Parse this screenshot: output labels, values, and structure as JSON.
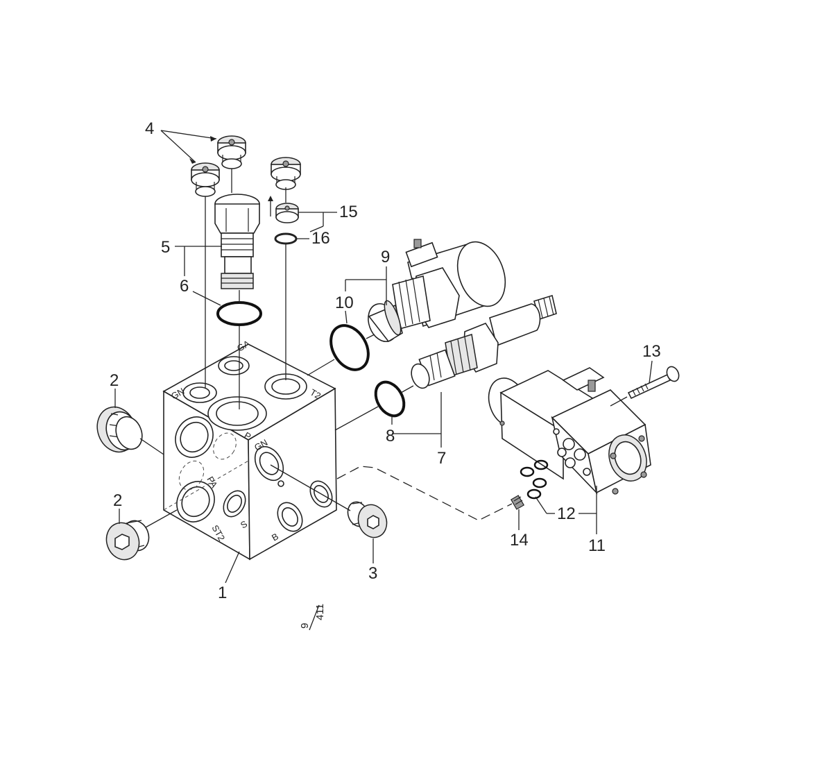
{
  "labels": {
    "l1": "1",
    "l2a": "2",
    "l2b": "2",
    "l3": "3",
    "l4": "4",
    "l5": "5",
    "l6": "6",
    "l7": "7",
    "l8": "8",
    "l9": "9",
    "l10": "10",
    "l11": "11",
    "l12": "12",
    "l13": "13",
    "l14": "14",
    "l15": "15",
    "l16": "16"
  },
  "reference": {
    "numerator": "9",
    "denominator": "411"
  }
}
